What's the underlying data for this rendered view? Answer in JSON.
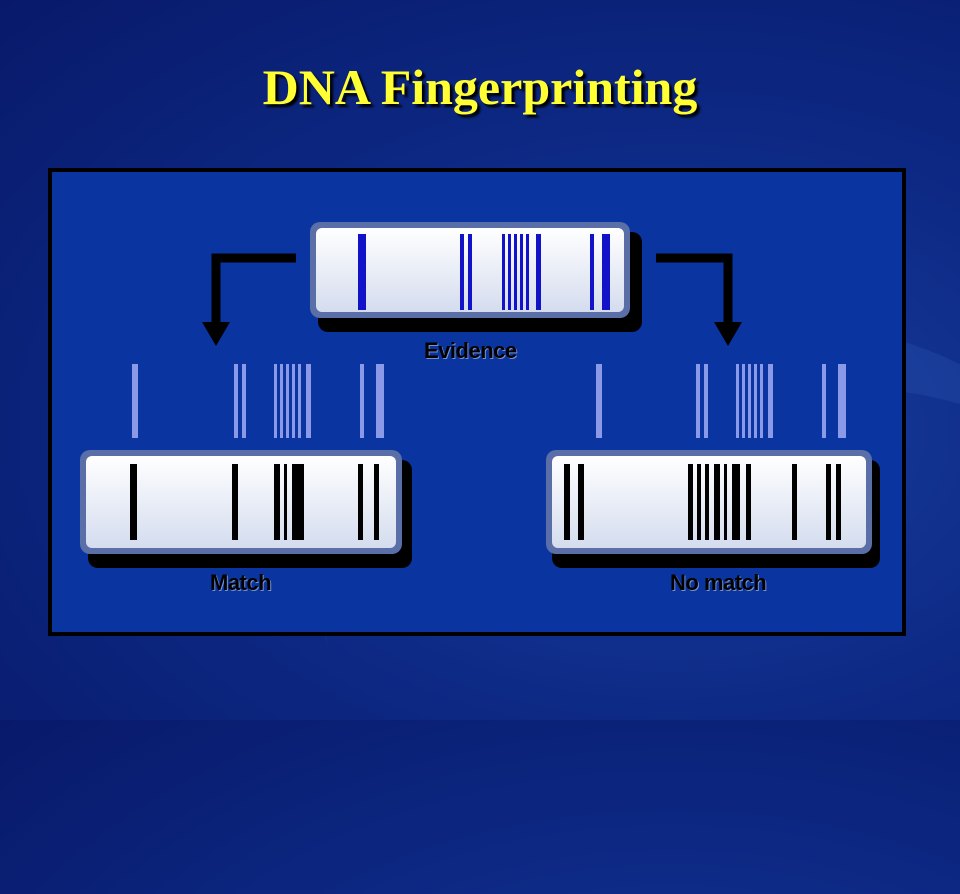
{
  "slide": {
    "title": "DNA Fingerprinting"
  },
  "diagram": {
    "evidence_label": "Evidence",
    "match_label": "Match",
    "no_match_label": "No match",
    "colors": {
      "band_blue": "#1212c8",
      "band_light": "#8a9ae8",
      "band_black": "#000000",
      "gel_bg": "#e8ecf6"
    }
  }
}
